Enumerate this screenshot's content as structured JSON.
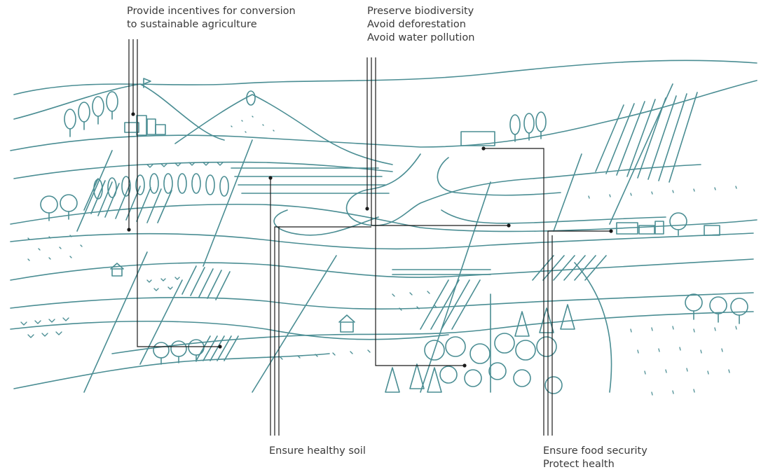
{
  "labels": {
    "incentives": {
      "line1": "Provide incentives for conversion",
      "line2": "to sustainable agriculture"
    },
    "biodiversity": {
      "line1": "Preserve biodiversity",
      "line2": "Avoid deforestation",
      "line3": "Avoid water pollution"
    },
    "soil": {
      "line1": "Ensure healthy soil"
    },
    "food": {
      "line1": "Ensure food security",
      "line2": "Protect health"
    }
  },
  "colors": {
    "sketch": "#4a8d93",
    "leader": "#1a1a1a",
    "text": "#3a3a3a"
  }
}
